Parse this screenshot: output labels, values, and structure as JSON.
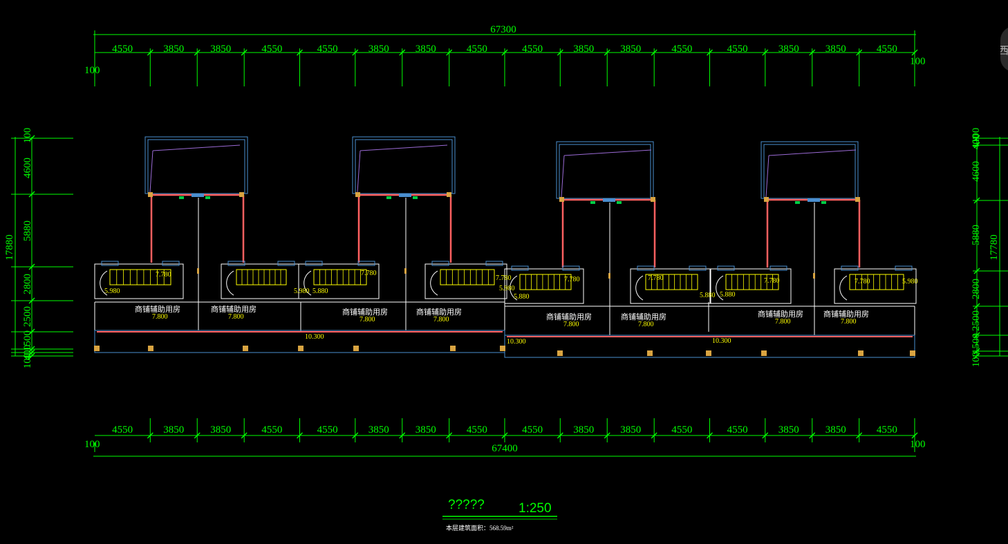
{
  "colors": {
    "background": "#000000",
    "dimension": "#00ff00",
    "wall_outer": "#4a8fd0",
    "wall_red": "#ff6060",
    "stairs": "#ffff00",
    "column": "#d9a441",
    "door": "#00cc44",
    "text_white": "#ffffff"
  },
  "top_dims": {
    "overall": "67300",
    "segments": [
      "4550",
      "3850",
      "3850",
      "4550",
      "4550",
      "3850",
      "3850",
      "4550",
      "4550",
      "3850",
      "3850",
      "4550",
      "4550",
      "3850",
      "3850",
      "4550"
    ],
    "edge_left": "100",
    "edge_right": "100"
  },
  "bottom_dims": {
    "overall": "67400",
    "segments": [
      "4550",
      "3850",
      "3850",
      "4550",
      "4550",
      "3850",
      "3850",
      "4550",
      "4550",
      "3850",
      "3850",
      "4550",
      "4550",
      "3850",
      "3850",
      "4550"
    ],
    "edge_left": "100",
    "edge_right": "100"
  },
  "left_dims": {
    "overall": "17880",
    "segments": [
      "100",
      "4600",
      "5880",
      "2800",
      "2500",
      "1500",
      "100",
      "400"
    ]
  },
  "right_dims": {
    "overall": "17780",
    "segments": [
      "100",
      "400",
      "4600",
      "5880",
      "2800",
      "2500",
      "1500",
      "100"
    ]
  },
  "rooms": {
    "label": "商铺辅助用房",
    "level_room": "7.800",
    "level_stair_a": "7.780",
    "level_stair_b": "5.980",
    "level_stair_c": "5.880",
    "level_stair_d": "5.980",
    "level_corridor": "10.300"
  },
  "compass_label": "西",
  "footer": {
    "title": "?????",
    "scale": "1:250",
    "area_note": "本层建筑面积：568.59m²"
  }
}
